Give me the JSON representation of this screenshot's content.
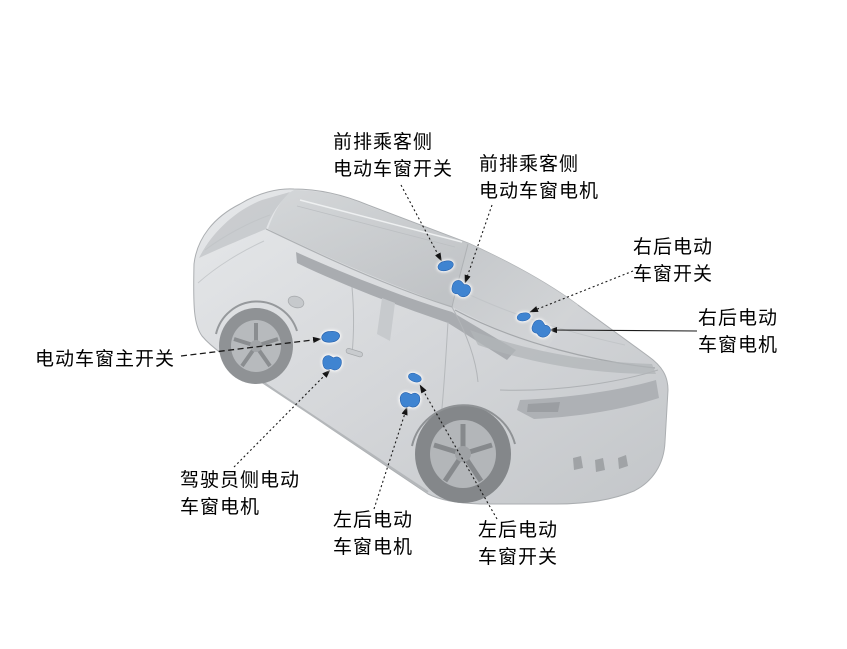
{
  "diagram": {
    "type": "vehicle-parts-location-diagram",
    "subject": "power-window-components"
  },
  "callouts": [
    {
      "id": "front-passenger-window-switch",
      "label": "前排乘客侧\n电动车窗开关",
      "line_style": "dotted",
      "marker_icon": "window-switch-marker-icon"
    },
    {
      "id": "front-passenger-window-motor",
      "label": "前排乘客侧\n电动车窗电机",
      "line_style": "dotted",
      "marker_icon": "window-motor-marker-icon"
    },
    {
      "id": "right-rear-window-switch",
      "label": "右后电动\n车窗开关",
      "line_style": "dotted",
      "marker_icon": "window-switch-marker-icon"
    },
    {
      "id": "right-rear-window-motor",
      "label": "右后电动\n车窗电机",
      "line_style": "solid",
      "marker_icon": "window-motor-marker-icon"
    },
    {
      "id": "power-window-master-switch",
      "label": "电动车窗主开关",
      "line_style": "dashed",
      "marker_icon": "window-switch-marker-icon"
    },
    {
      "id": "driver-side-window-motor",
      "label": "驾驶员侧电动\n车窗电机",
      "line_style": "dotted",
      "marker_icon": "window-motor-marker-icon"
    },
    {
      "id": "left-rear-window-motor",
      "label": "左后电动\n车窗电机",
      "line_style": "dotted",
      "marker_icon": "window-motor-marker-icon"
    },
    {
      "id": "left-rear-window-switch",
      "label": "左后电动\n车窗开关",
      "line_style": "dotted",
      "marker_icon": "window-switch-marker-icon"
    }
  ],
  "colors": {
    "component_marker": "#3f84d1",
    "component_marker_edge": "#2b63ab",
    "leader_line": "#1a1a1a",
    "label_text": "#000000",
    "car_body_light": "#e3e5e7",
    "car_body_dark": "#b9bcbf",
    "background": "#ffffff"
  }
}
